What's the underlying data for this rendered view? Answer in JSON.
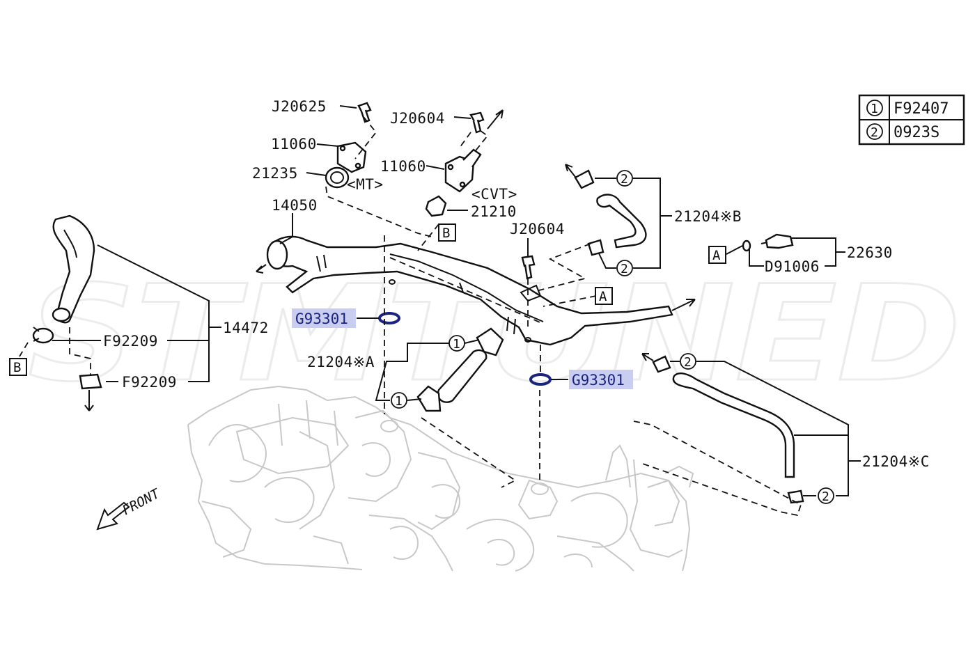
{
  "watermark": "STMTUNED",
  "legend": [
    {
      "mark": "1",
      "part": "F92407"
    },
    {
      "mark": "2",
      "part": "0923S"
    }
  ],
  "labels": {
    "j20625": "J20625",
    "j20604_top": "J20604",
    "j20604_mid": "J20604",
    "l11060_left": "11060",
    "l11060_right": "11060",
    "l21235": "21235",
    "mt": "<MT>",
    "cvt": "<CVT>",
    "l21210": "21210",
    "l14050": "14050",
    "ref_b_center": "B",
    "ref_a_center": "A",
    "ref_a_right": "A",
    "ref_b_left": "B",
    "l14472": "14472",
    "f92209_top": "F92209",
    "f92209_bottom": "F92209",
    "l21204a": "21204※A",
    "l21204b": "21204※B",
    "l21204c": "21204※C",
    "l22630": "22630",
    "d91006": "D91006",
    "front": "FRONT",
    "callout1": "1",
    "callout2": "2"
  },
  "highlighted": {
    "g93301_left": "G93301",
    "g93301_right": "G93301"
  },
  "colors": {
    "highlight_fill": "#c9cdf0",
    "highlight_ring": "#1a237e",
    "engine_lines": "#c8c8c8"
  }
}
